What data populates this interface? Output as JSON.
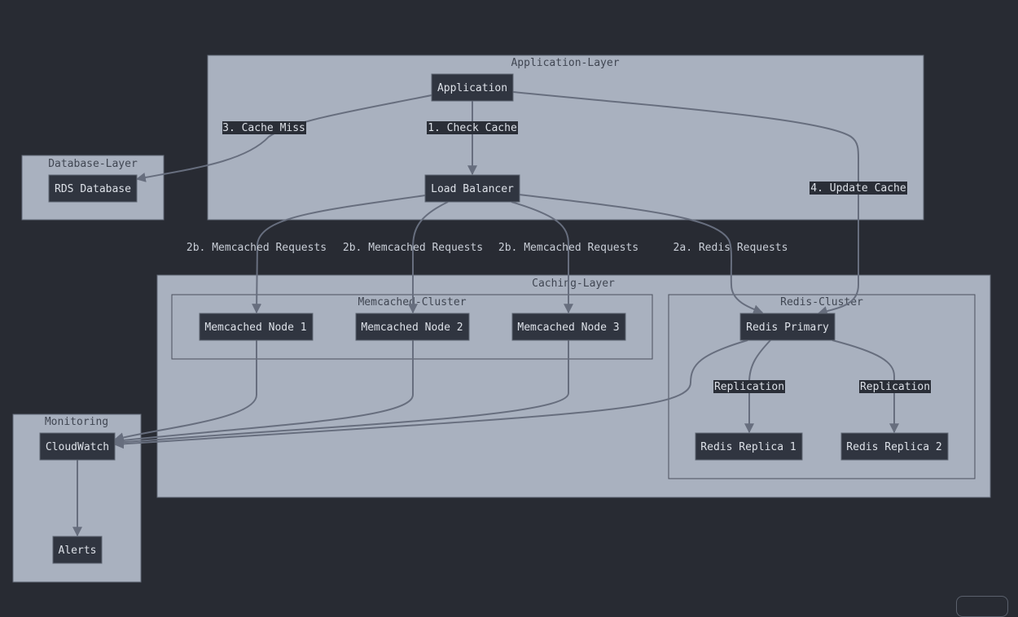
{
  "clusters": {
    "app": "Application-Layer",
    "db": "Database-Layer",
    "caching": "Caching-Layer",
    "memcached": "Memcached-Cluster",
    "redis": "Redis-Cluster",
    "monitoring": "Monitoring"
  },
  "nodes": {
    "application": "Application",
    "load_balancer": "Load Balancer",
    "rds": "RDS Database",
    "mc1": "Memcached Node 1",
    "mc2": "Memcached Node 2",
    "mc3": "Memcached Node 3",
    "redis_primary": "Redis Primary",
    "redis_replica1": "Redis Replica 1",
    "redis_replica2": "Redis Replica 2",
    "cloudwatch": "CloudWatch",
    "alerts": "Alerts"
  },
  "edges": {
    "check_cache": "1. Check Cache",
    "cache_miss": "3. Cache Miss",
    "update_cache": "4. Update Cache",
    "mc_req_1": "2b. Memcached Requests",
    "mc_req_2": "2b. Memcached Requests",
    "mc_req_3": "2b. Memcached Requests",
    "redis_req": "2a. Redis Requests",
    "replication_1": "Replication",
    "replication_2": "Replication"
  },
  "colors": {
    "background": "#282b33",
    "cluster_fill": "#a9b1bf",
    "node_fill": "#303540",
    "edge": "#676e7e"
  }
}
